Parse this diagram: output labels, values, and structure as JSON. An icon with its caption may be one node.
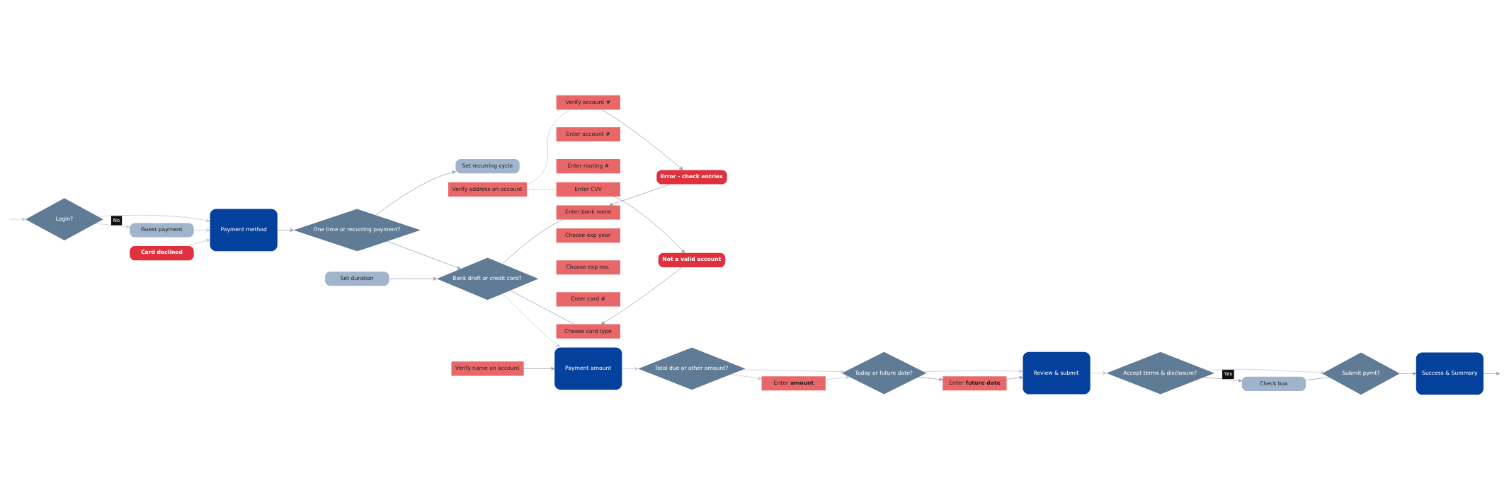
{
  "diagram": {
    "nodes": [
      {
        "text": [
          "Login?"
        ]
      },
      {
        "text": [
          "Payment method"
        ]
      },
      {
        "text": [
          "Guest payment"
        ]
      },
      {
        "text": [
          "One time or recurring payment?"
        ]
      },
      {
        "text": [
          "Set recurring cycle"
        ]
      },
      {
        "text": [
          "Set duration"
        ]
      },
      {
        "text": [
          "Bank draft or credit card?"
        ]
      },
      {
        "text": [
          "Verify name on account"
        ]
      },
      {
        "text": [
          "Verify address on account"
        ]
      },
      {
        "text": [
          "Error - check entries"
        ]
      },
      {
        "text": [
          "Verify account #"
        ]
      },
      {
        "text": [
          "Enter account #"
        ]
      },
      {
        "text": [
          "Enter routing #"
        ]
      },
      {
        "text": [
          "Enter bank name"
        ]
      },
      {
        "text": [
          "Enter CVV"
        ]
      },
      {
        "text": [
          "Choose exp year"
        ]
      },
      {
        "text": [
          "Choose exp mo."
        ]
      },
      {
        "text": [
          "Enter card #"
        ]
      },
      {
        "text": [
          "Choose card type"
        ]
      },
      {
        "text": [
          "Not a valid account"
        ]
      },
      {
        "text": [
          "Payment amount"
        ]
      },
      {
        "text": [
          "Total due or other amount?"
        ]
      },
      {
        "text": [
          "Enter **amount**"
        ]
      },
      {
        "text": [
          "Today or future date?"
        ]
      },
      {
        "text": [
          "Enter **future date**"
        ]
      },
      {
        "text": [
          "Review & submit"
        ]
      },
      {
        "text": [
          "Accept terms & disclosure?"
        ]
      },
      {
        "text": [
          "Check box"
        ]
      },
      {
        "text": [
          "Submit pymt?"
        ]
      },
      {
        "text": [
          "Card declined"
        ]
      },
      {
        "text": [
          "Success & Summary"
        ]
      }
    ],
    "edges": [
      {
        "from": null,
        "to": 0,
        "arrow": "to",
        "color": "#b7c7da"
      },
      {
        "from": 0,
        "to": 1,
        "arrow": "to",
        "color": "#b7c7da"
      },
      {
        "from": 0,
        "to": 2,
        "arrow": "to",
        "label": "No",
        "color": "#b7c7da"
      },
      {
        "from": 2,
        "to": 1,
        "arrow": "to",
        "color": "#b7c7da"
      },
      {
        "from": 1,
        "to": 3,
        "arrow": "to"
      },
      {
        "from": 3,
        "to": 4,
        "arrow": "to"
      },
      {
        "from": 3,
        "to": 6,
        "arrow": "to"
      },
      {
        "from": 5,
        "to": 6,
        "arrow": "to"
      },
      {
        "from": 6,
        "to": 13,
        "arrow": "none"
      },
      {
        "from": 6,
        "to": 18,
        "arrow": "none"
      },
      {
        "from": 8,
        "to": 10,
        "arrow": "none",
        "color": "#b7c7da"
      },
      {
        "from": 8,
        "to": 14,
        "arrow": "none",
        "color": "#b7c7da"
      },
      {
        "from": 10,
        "to": 9,
        "arrow": "to"
      },
      {
        "from": 9,
        "to": 13,
        "arrow": "to"
      },
      {
        "from": 14,
        "to": 19,
        "arrow": "to"
      },
      {
        "from": 19,
        "to": 18,
        "arrow": "to"
      },
      {
        "from": 7,
        "to": 20,
        "arrow": "to"
      },
      {
        "from": 6,
        "to": 20,
        "arrow": "to",
        "color": "#b7c7da"
      },
      {
        "from": 20,
        "to": 21,
        "arrow": "to",
        "color": "#b7c7da"
      },
      {
        "from": 21,
        "to": 22,
        "arrow": "to",
        "color": "#b7c7da"
      },
      {
        "from": 22,
        "to": 23,
        "arrow": "to",
        "color": "#b7c7da"
      },
      {
        "from": 21,
        "to": 23,
        "arrow": "to",
        "color": "#b7c7da"
      },
      {
        "from": 23,
        "to": 24,
        "arrow": "to"
      },
      {
        "from": 24,
        "to": 25,
        "arrow": "to"
      },
      {
        "from": 23,
        "to": 25,
        "arrow": "to",
        "color": "#b7c7da"
      },
      {
        "from": 25,
        "to": 26,
        "arrow": "to",
        "color": "#b7c7da"
      },
      {
        "from": 26,
        "to": 27,
        "arrow": "to",
        "label": "Yes"
      },
      {
        "from": 27,
        "to": 28,
        "arrow": "none"
      },
      {
        "from": 26,
        "to": 28,
        "arrow": "to",
        "color": "#b7c7da"
      },
      {
        "from": 28,
        "to": 30,
        "arrow": "to"
      },
      {
        "from": 30,
        "to": null,
        "arrow": "to"
      },
      {
        "from": 29,
        "to": 1,
        "arrow": "to",
        "color": "#b7c7da"
      }
    ]
  }
}
